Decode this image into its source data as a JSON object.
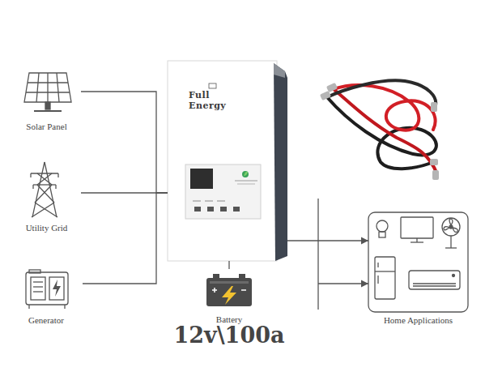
{
  "diagram": {
    "nodes": [
      {
        "text": [
          "Solar Panel"
        ]
      },
      {
        "text": [
          "Utility Grid"
        ]
      },
      {
        "text": [
          "Generator"
        ]
      },
      {
        "text": [
          "Full Energy"
        ]
      },
      {
        "text": [
          "Battery"
        ]
      },
      {
        "text": [
          "Home Applications"
        ]
      }
    ],
    "edges": [
      {
        "from": 0,
        "to": 3,
        "arrow": "none"
      },
      {
        "from": 1,
        "to": 3,
        "arrow": "none"
      },
      {
        "from": 2,
        "to": 3,
        "arrow": "none"
      },
      {
        "from": 4,
        "to": 3,
        "arrow": "none"
      },
      {
        "from": 3,
        "to": 5,
        "arrow": "to"
      }
    ],
    "labels": [
      "12v\\100a"
    ]
  }
}
